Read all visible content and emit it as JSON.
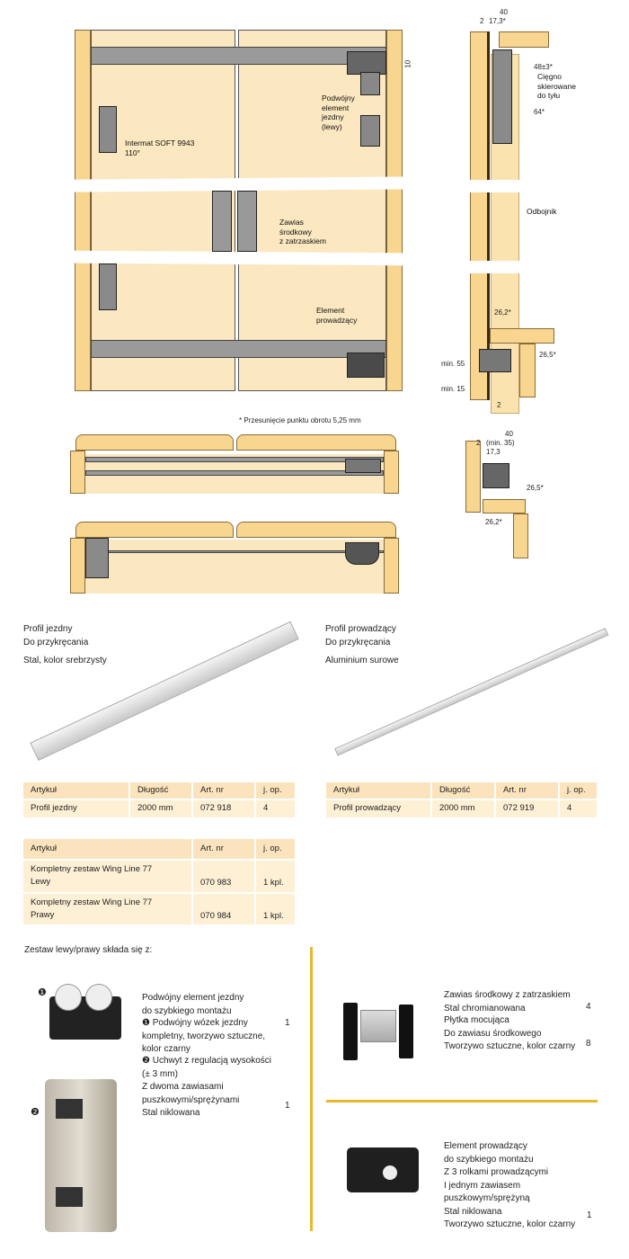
{
  "front_view": {
    "label_intermat": "Intermat SOFT 9943\n110°",
    "label_podwojny": "Podwójny\nelement\njezdny\n(lewy)",
    "label_zawias": "Zawias\nśrodkowy\nz zatrzaskiem",
    "label_element": "Element\nprowadzący",
    "dim_right": "10"
  },
  "side_view": {
    "dim_40": "40",
    "dim_2": "2",
    "dim_17": "17,3*",
    "dim_48": "48±3*",
    "label_ciegno": "Cięgno\nskierowane\ndo tyłu",
    "dim_64": "64*",
    "label_odbojnik": "Odbojnik",
    "dim_262": "26,2*",
    "dim_265": "26,5*",
    "dim_min55": "min. 55",
    "dim_min15": "min. 15",
    "dim_2b": "2"
  },
  "plan_view": {
    "note": "* Przesunięcie punktu obrotu 5,25 mm"
  },
  "detail_view": {
    "dim_40": "40",
    "dim_2": "2",
    "dim_min35": "(min. 35)",
    "dim_17": "17,3",
    "dim_265": "26,5*",
    "dim_262": "26,2*"
  },
  "product_left": {
    "line1": "Profil jezdny",
    "line2": "Do przykręcania",
    "line3": "Stal, kolor srebrzysty"
  },
  "product_right": {
    "line1": "Profil prowadzący",
    "line2": "Do przykręcania",
    "line3": "Aluminium surowe"
  },
  "table1": {
    "headers": [
      "Artykuł",
      "Długość",
      "Art. nr",
      "j. op."
    ],
    "rows": [
      [
        "Profil jezdny",
        "2000 mm",
        "072 918",
        "4"
      ]
    ]
  },
  "table2": {
    "headers": [
      "Artykuł",
      "Długość",
      "Art. nr",
      "j. op."
    ],
    "rows": [
      [
        "Profil prowadzący",
        "2000 mm",
        "072 919",
        "4"
      ]
    ]
  },
  "table3": {
    "headers": [
      "Artykuł",
      "Art. nr",
      "j. op."
    ],
    "rows": [
      [
        "Kompletny zestaw Wing Line 77\nLewy",
        "070 983",
        "1 kpl."
      ],
      [
        "Kompletny zestaw Wing Line 77\nPrawy",
        "070 984",
        "1 kpl."
      ]
    ]
  },
  "set": {
    "heading": "Zestaw lewy/prawy składa się z:",
    "marker1": "❶",
    "marker2": "❷",
    "item1_title": "Podwójny element jezdny\ndo szybkiego montażu",
    "item1_sub1": "❶ Podwójny wózek jezdny\nkompletny, tworzywo sztuczne,\nkolor czarny",
    "item1_qty1": "1",
    "item1_sub2": "❷ Uchwyt z regulacją wysokości\n(± 3 mm)\nZ dwoma zawiasami\npuszkowymi/sprężynami\nStal niklowana",
    "item1_qty2": "1",
    "item2_a": "Zawias środkowy z zatrzaskiem\nStal chromianowana",
    "item2_qty_a": "4",
    "item2_b": "Płytka mocująca\nDo zawiasu środkowego\nTworzywo sztuczne, kolor czarny",
    "item2_qty_b": "8",
    "item3": "Element prowadzący\ndo szybkiego montażu\nZ 3 rolkami prowadzącymi\nI jednym zawiasem\npuszkowym/sprężyną\nStal niklowana\nTworzywo sztuczne, kolor czarny",
    "item3_qty": "1"
  },
  "colors": {
    "accent": "#e8b92a",
    "table_bg": "#fdf0d5",
    "wood": "#f8d68f"
  }
}
